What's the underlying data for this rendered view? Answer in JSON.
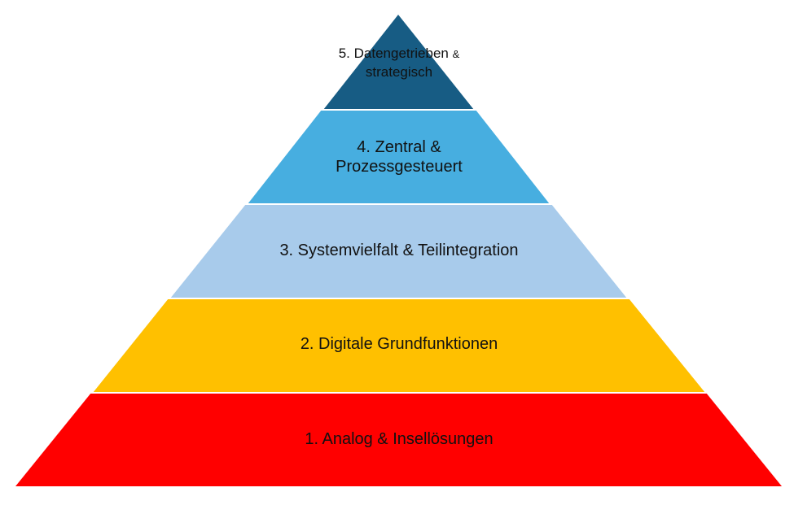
{
  "pyramid": {
    "levels": [
      {
        "line1": "1. Analog & Insellösungen",
        "color": "#FF0000"
      },
      {
        "line1": "2. Digitale Grundfunktionen",
        "color": "#FFC000"
      },
      {
        "line1": "3. Systemvielfalt & Teilintegration",
        "color": "#A8CBEB"
      },
      {
        "line1": "4. Zentral &",
        "line2": "Prozessgesteuert",
        "color": "#47AEE0"
      },
      {
        "line1": "5. Datengetrieben",
        "line1_suffix": "&",
        "line2": "strategisch",
        "color": "#175C84"
      }
    ],
    "separator_color": "#FFFFFF"
  }
}
